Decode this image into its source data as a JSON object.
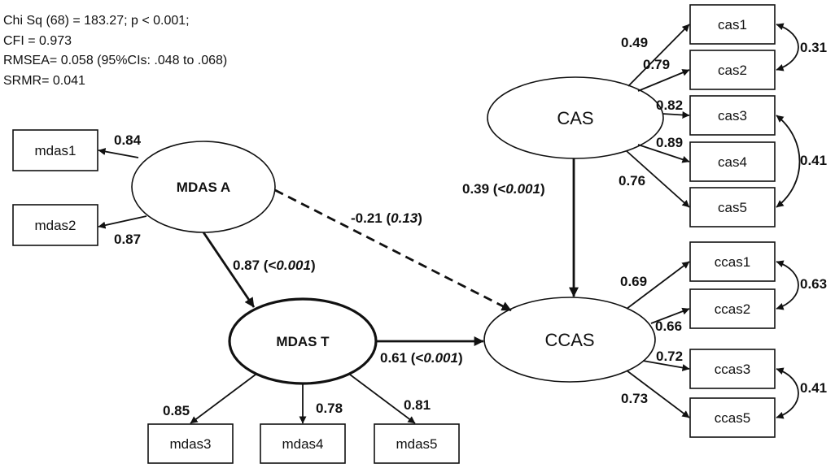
{
  "fit_stats": {
    "chi_sq": "Chi Sq (68) = 183.27; p < 0.001;",
    "cfi": "CFI = 0.973",
    "rmsea": "RMSEA= 0.058 (95%CIs: .048 to .068)",
    "srmr": "SRMR= 0.041"
  },
  "latent": {
    "mdas_a": "MDAS A",
    "mdas_t": "MDAS T",
    "cas": "CAS",
    "ccas": "CCAS"
  },
  "observed": {
    "mdas1": "mdas1",
    "mdas2": "mdas2",
    "mdas3": "mdas3",
    "mdas4": "mdas4",
    "mdas5": "mdas5",
    "cas1": "cas1",
    "cas2": "cas2",
    "cas3": "cas3",
    "cas4": "cas4",
    "cas5": "cas5",
    "ccas1": "ccas1",
    "ccas2": "ccas2",
    "ccas3": "ccas3",
    "ccas5": "ccas5"
  },
  "loadings": {
    "mdas1": "0.84",
    "mdas2": "0.87",
    "mdas3": "0.85",
    "mdas4": "0.78",
    "mdas5": "0.81",
    "cas1": "0.49",
    "cas2": "0.79",
    "cas3": "0.82",
    "cas4": "0.89",
    "cas5": "0.76",
    "ccas1": "0.69",
    "ccas2": "0.66",
    "ccas3": "0.72",
    "ccas5": "0.73"
  },
  "covariances": {
    "cas1_cas2": "0.31",
    "cas3_cas5": "0.41",
    "ccas1_ccas2": "0.63",
    "ccas3_ccas5": "0.41"
  },
  "paths": {
    "a_to_t": {
      "coef": "0.87 (<",
      "p": "0.001",
      "close": ")"
    },
    "a_to_ccas": {
      "coef": "-0.21 (",
      "p": "0.13",
      "close": ")"
    },
    "t_to_ccas": {
      "coef": "0.61 (<",
      "p": "0.001",
      "close": ")"
    },
    "cas_to_ccas": {
      "coef": "0.39 (<",
      "p": "0.001",
      "close": ")"
    }
  }
}
